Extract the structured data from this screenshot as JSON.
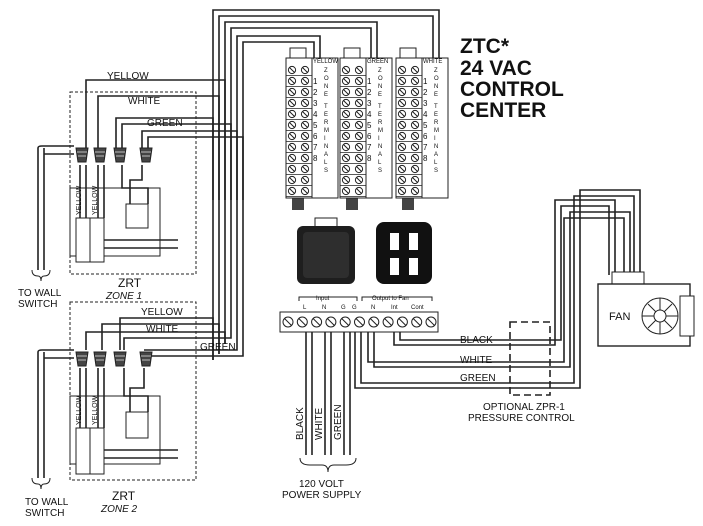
{
  "title": {
    "line1": "ZTC*",
    "line2": "24 VAC",
    "line3": "CONTROL",
    "line4": "CENTER"
  },
  "terminal_blocks": [
    {
      "header": "YELLOW",
      "side": "ZONE TERMINALS"
    },
    {
      "header": "GREEN",
      "side": "ZONE TERMINALS"
    },
    {
      "header": "WHITE",
      "side": "ZONE TERMINALS"
    }
  ],
  "terminal_numbers": [
    "1",
    "2",
    "3",
    "4",
    "5",
    "6",
    "7",
    "8"
  ],
  "zone1": {
    "yellow": "YELLOW",
    "white": "WHITE",
    "green": "GREEN",
    "tstat_left": "YELLOW",
    "tstat_right": "YELLOW",
    "name": "ZRT",
    "zone": "ZONE 1",
    "switch": "TO WALL SWITCH"
  },
  "zone2": {
    "yellow": "YELLOW",
    "white": "WHITE",
    "green": "GREEN",
    "tstat_left": "YELLOW",
    "tstat_right": "YELLOW",
    "name": "ZRT",
    "zone": "ZONE 2",
    "switch": "TO WALL SWITCH"
  },
  "power_block": {
    "input": "Input",
    "output": "Output to Fan",
    "terminals": [
      "L",
      "N",
      "G",
      "G",
      "N",
      "Int",
      "Cont"
    ]
  },
  "power_wires": [
    "BLACK",
    "WHITE",
    "GREEN"
  ],
  "power_supply": "120 VOLT POWER SUPPLY",
  "fan_wires": [
    "BLACK",
    "WHITE",
    "GREEN"
  ],
  "fan": "FAN",
  "pressure": {
    "line1": "OPTIONAL ZPR-1",
    "line2": "PRESSURE CONTROL"
  }
}
